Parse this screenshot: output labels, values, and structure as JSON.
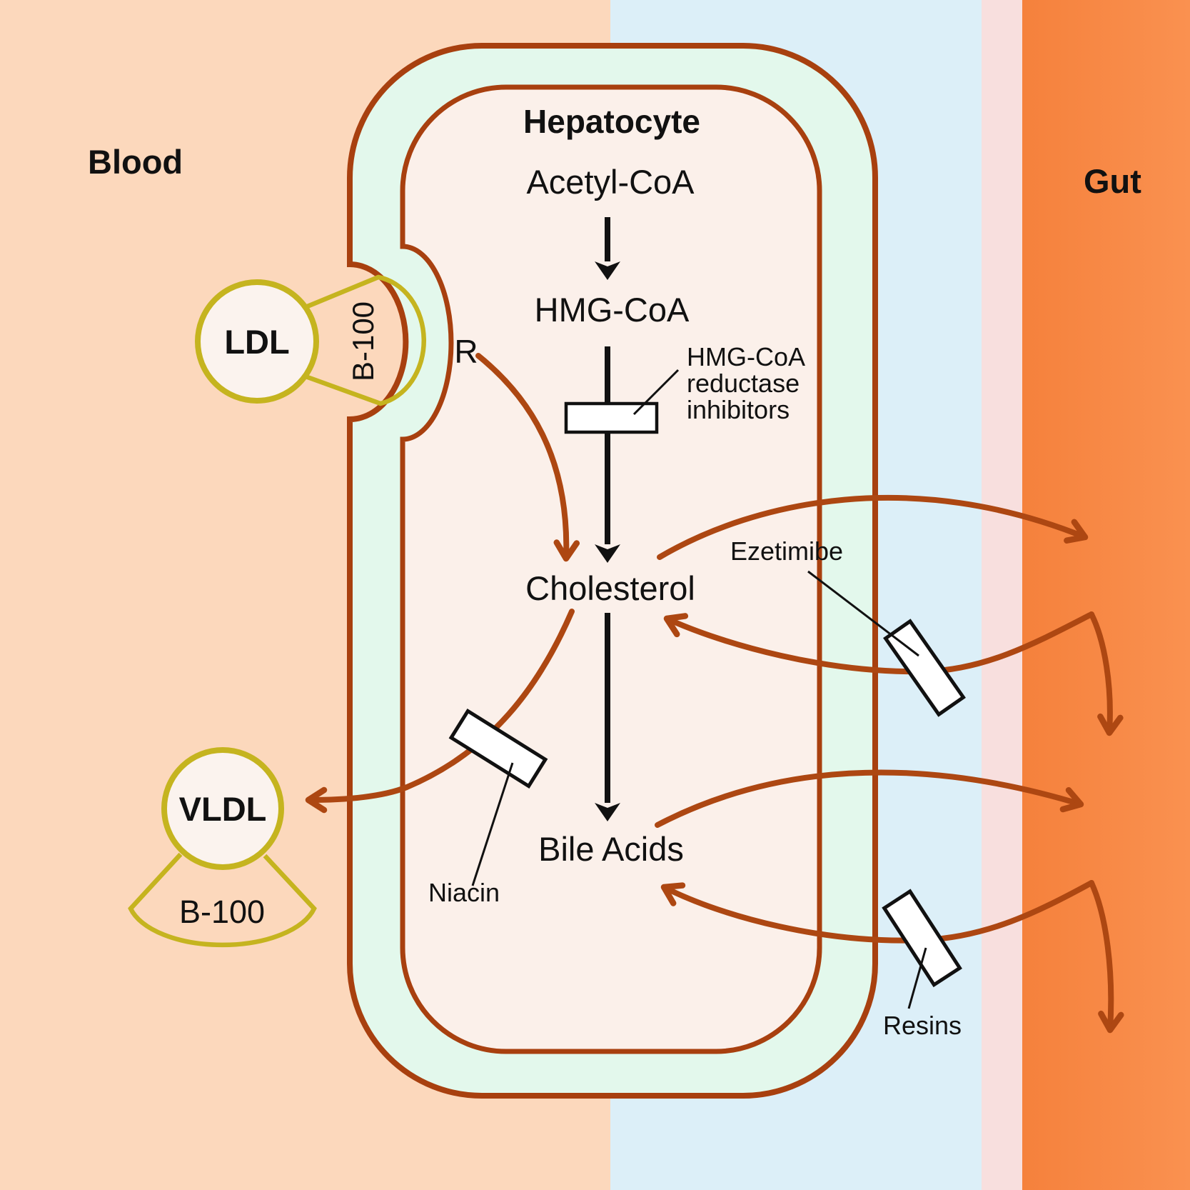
{
  "regions": {
    "blood_label": "Blood",
    "gut_label": "Gut",
    "cell_label": "Hepatocyte"
  },
  "pathway": {
    "step1": "Acetyl-CoA",
    "step2": "HMG-CoA",
    "step3": "Cholesterol",
    "step4": "Bile Acids"
  },
  "lipoproteins": {
    "ldl_label": "LDL",
    "ldl_apolipoprotein": "B-100",
    "vldl_label": "VLDL",
    "vldl_apolipoprotein": "B-100",
    "receptor_label": "R"
  },
  "drugs": {
    "statin_label_lines": [
      "HMG-CoA",
      "reductase",
      "inhibitors"
    ],
    "ezetimibe_label": "Ezetimibe",
    "niacin_label": "Niacin",
    "resins_label": "Resins"
  },
  "colors": {
    "blood_bg": "#FCD8BC",
    "intestinal_lumen_bg": "#DCEFF8",
    "mucosa_strip_bg": "#F8DFDE",
    "gut_bg": "#F5813C",
    "gut_bg_light": "#FA9150",
    "membrane_band_fill": "#E3F8EC",
    "hepatocyte_fill": "#FBF0EA",
    "membrane_stroke": "#A8400F",
    "arrow_brown": "#AD4712",
    "pathway_black": "#111111",
    "lipoprotein_stroke": "#C5B41F",
    "lipoprotein_fill": "#FBF3EE",
    "drug_block_fill": "#FFFFFF"
  }
}
